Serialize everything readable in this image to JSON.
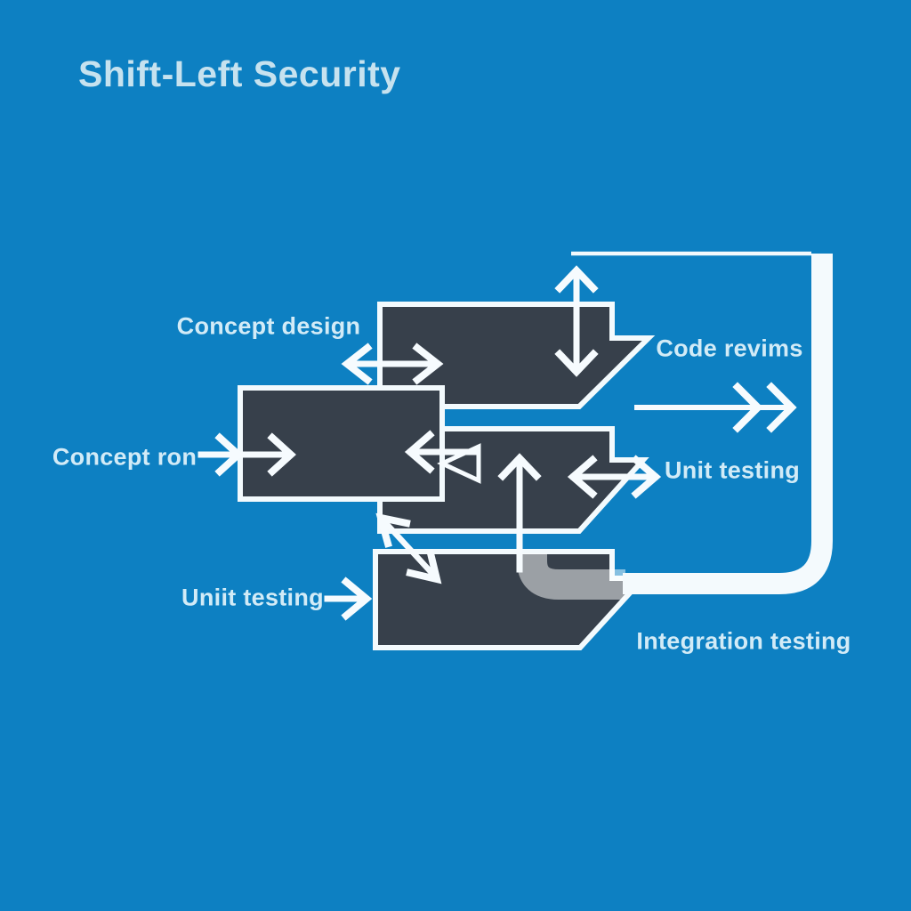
{
  "title": "Shift-Left Security",
  "labels": {
    "concept_design": "Concept design",
    "concept_ron": "Concept ron",
    "code_revims": "Code revims",
    "unit_testing": "Unit testing",
    "uniit_testing": "Uniit testing",
    "integration_testing": "Integration testing"
  },
  "colors": {
    "background": "#0d80c2",
    "box_fill": "#37404b",
    "line_white": "#f3fafd",
    "band_white": "#f4fafd",
    "label_text": "#d2ebf7",
    "title_text": "#c6e2ef"
  },
  "diagram": {
    "boxes": [
      "concept-design-stage-box",
      "concept-ron-stage-box",
      "unit-testing-stage-box",
      "integration-testing-stage-box"
    ],
    "arrows": [
      "concept-design-double-arrow",
      "code-review-vertical-double-arrow",
      "concept-ron-input-arrow",
      "concept-ron-box-left-arrow",
      "unit-testing-up-arrow",
      "unit-testing-double-arrow",
      "diagonal-double-arrow",
      "uniit-testing-input-arrow",
      "code-revims-forward-arrow"
    ],
    "flow_band": "shift-left-feedback-band"
  }
}
